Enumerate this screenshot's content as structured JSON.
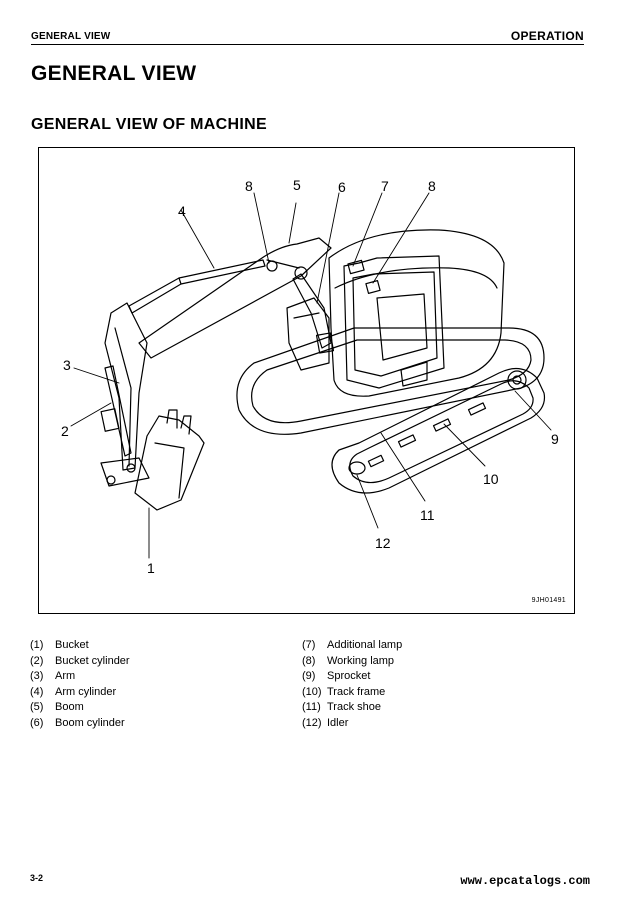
{
  "header": {
    "left": "GENERAL VIEW",
    "right": "OPERATION"
  },
  "title": "GENERAL VIEW",
  "subtitle": "GENERAL VIEW OF MACHINE",
  "figure": {
    "code": "9JH01491",
    "callouts": [
      "1",
      "2",
      "3",
      "4",
      "5",
      "6",
      "7",
      "8",
      "8",
      "9",
      "10",
      "11",
      "12"
    ]
  },
  "legend": {
    "left": [
      {
        "num": "(1)",
        "label": "Bucket"
      },
      {
        "num": "(2)",
        "label": "Bucket cylinder"
      },
      {
        "num": "(3)",
        "label": "Arm"
      },
      {
        "num": "(4)",
        "label": "Arm cylinder"
      },
      {
        "num": "(5)",
        "label": "Boom"
      },
      {
        "num": "(6)",
        "label": "Boom cylinder"
      }
    ],
    "right": [
      {
        "num": "(7)",
        "label": "Additional lamp"
      },
      {
        "num": "(8)",
        "label": "Working lamp"
      },
      {
        "num": "(9)",
        "label": "Sprocket"
      },
      {
        "num": "(10)",
        "label": "Track frame"
      },
      {
        "num": "(11)",
        "label": "Track shoe"
      },
      {
        "num": "(12)",
        "label": "Idler"
      }
    ]
  },
  "footer": {
    "page": "3-2",
    "watermark": "www.epcatalogs.com"
  }
}
